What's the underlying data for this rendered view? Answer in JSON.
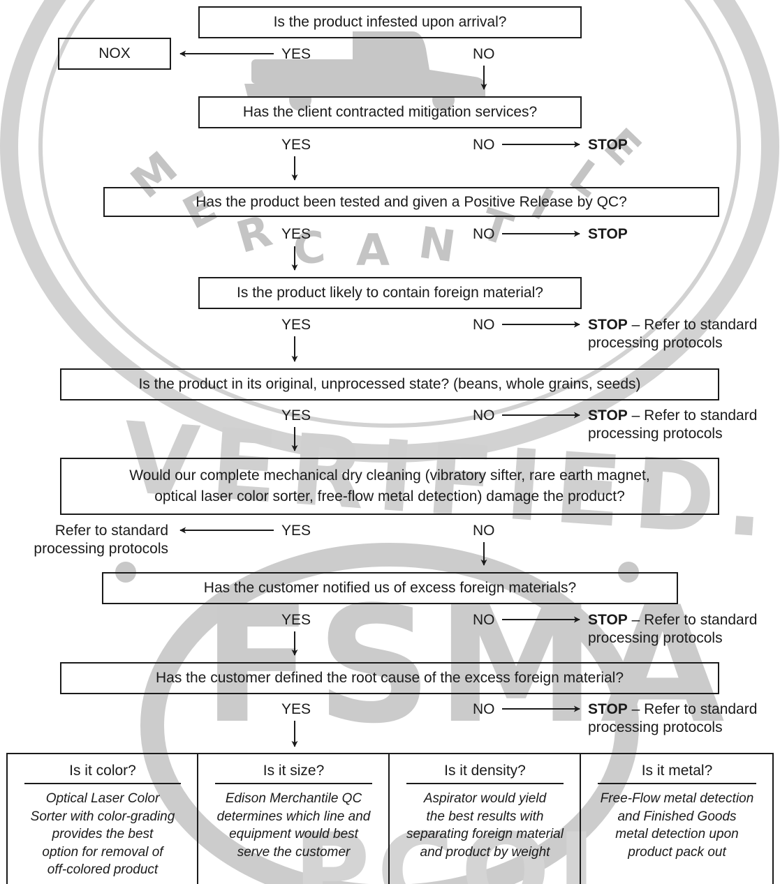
{
  "flow": {
    "q1": "Is the product infested upon arrival?",
    "nox": "NOX",
    "q2": "Has the client contracted mitigation services?",
    "q3": "Has the product been tested and given a Positive Release by QC?",
    "q4": "Is the product likely to contain foreign material?",
    "q5": "Is the product in its original, unprocessed state? (beans, whole grains, seeds)",
    "q6_line1": "Would our complete mechanical dry cleaning (vibratory sifter, rare earth magnet,",
    "q6_line2": "optical laser color sorter, free-flow metal detection) damage the product?",
    "q7": "Has the customer notified us of excess foreign materials?",
    "q8": "Has the customer defined the root cause of the excess foreign material?"
  },
  "labels": {
    "yes": "YES",
    "no": "NO",
    "stop": "STOP",
    "stop_refer": "– Refer to standard",
    "processing_protocols": "processing protocols",
    "refer_line1": "Refer to standard",
    "refer_line2": "processing protocols"
  },
  "columns": [
    {
      "title": "Is it color?",
      "lines": [
        "Optical Laser Color",
        "Sorter with color-grading",
        "provides the best",
        "option for removal of",
        "off-colored product"
      ]
    },
    {
      "title": "Is it size?",
      "lines": [
        "Edison Merchantile QC",
        "determines which line and",
        "equipment would best",
        "serve the customer"
      ]
    },
    {
      "title": "Is it density?",
      "lines": [
        "Aspirator would yield",
        "the best results with",
        "separating foreign material",
        "and product by weight"
      ]
    },
    {
      "title": "Is it metal?",
      "lines": [
        "Free-Flow metal detection",
        "and Finished Goods",
        "metal detection upon",
        "product pack out"
      ]
    }
  ],
  "watermark": {
    "ring_top": "MERCANTILE",
    "middle": "VERIFIED",
    "big": "FSMA",
    "bottom": "PCQI",
    "color": "#c4c4c4"
  }
}
